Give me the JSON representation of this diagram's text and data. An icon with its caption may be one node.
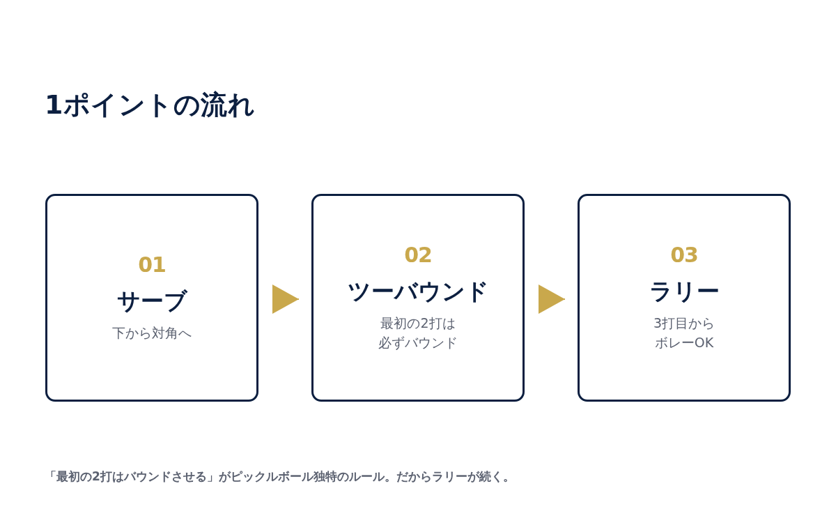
{
  "diagram": {
    "title": "1ポイントの流れ",
    "nodes": [
      {
        "text": [
          "01",
          "サーブ",
          "下から対角へ"
        ]
      },
      {
        "text": [
          "02",
          "ツーバウンド",
          "最初の2打は必ずバウンド"
        ]
      },
      {
        "text": [
          "03",
          "ラリー",
          "3打目からボレーOK"
        ]
      }
    ],
    "edges": [
      {
        "from": 0,
        "to": 1,
        "arrow": "to"
      },
      {
        "from": 1,
        "to": 2,
        "arrow": "to"
      }
    ],
    "caption": "「最初の2打はバウンドさせる」がピックルボール独特のルール。だからラリーが続く。"
  }
}
